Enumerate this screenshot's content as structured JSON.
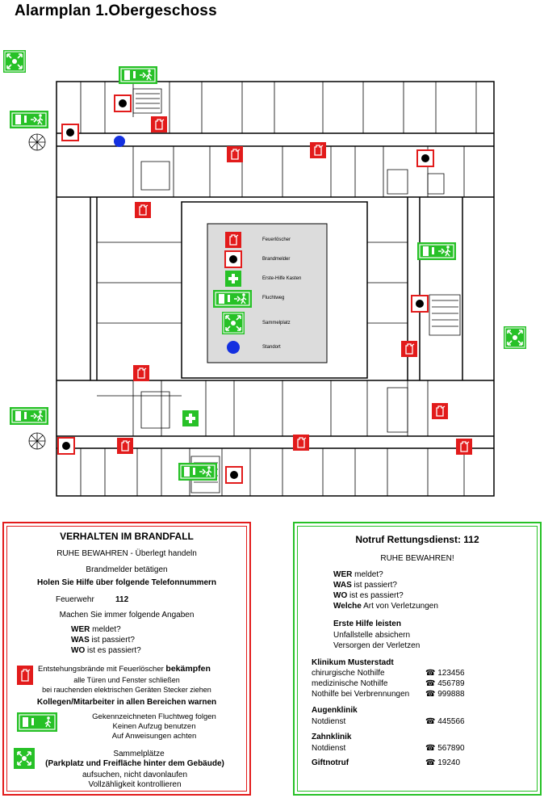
{
  "title": "Alarmplan  1.Obergeschoss",
  "legend": {
    "fire_extinguisher": "Feuerlöscher",
    "fire_alarm": "Brandmelder",
    "first_aid": "Erste-Hilfe Kasten",
    "escape_route": "Fluchtweg",
    "assembly_point": "Sammelplatz",
    "location": "Standort"
  },
  "fire_box": {
    "heading": "VERHALTEN IM BRANDFALL",
    "line1": "RUHE BEWAHREN - Überlegt handeln",
    "line2": "Brandmelder betätigen",
    "line3": "Holen Sie Hilfe über folgende Telefonnummern",
    "fire_dept_label": "Feuerwehr",
    "fire_dept_number": "112",
    "line4": "Machen Sie immer folgende Angaben",
    "who_b": "WER",
    "who_rest": " meldet?",
    "what_b": "WAS",
    "what_rest": " ist passiert?",
    "where_b": "WO",
    "where_rest": " ist es passiert?",
    "fight_pre": "Entstehungsbrände mit Feuerlöscher ",
    "fight_b": "bekämpfen",
    "fight_l2": "alle Türen und Fenster schließen",
    "fight_l3": "bei rauchenden elektrischen Geräten Stecker ziehen",
    "warn": "Kollegen/Mitarbeiter in allen Bereichen warnen",
    "route_l1": "Gekennzeichneten Fluchtweg folgen",
    "route_l2": "Keinen Aufzug benutzen",
    "route_l3": "Auf Anweisungen achten",
    "assembly_title": "Sammelplätze",
    "assembly_sub": "(Parkplatz und Freifläche hinter dem Gebäude)",
    "assembly_l1": "aufsuchen, nicht davonlaufen",
    "assembly_l2": "Vollzähligkeit kontrollieren"
  },
  "rescue_box": {
    "heading": "Notruf Rettungsdienst:  112",
    "calm": "RUHE BEWAHREN!",
    "who_b": "WER",
    "who_rest": " meldet?",
    "what_b": "WAS",
    "what_rest": " ist passiert?",
    "where_b": "WO",
    "where_rest": " ist es passiert?",
    "which_b": "Welche",
    "which_rest": " Art von Verletzungen",
    "firstaid_title": "Erste Hilfe leisten",
    "firstaid_l1": "Unfallstelle absichern",
    "firstaid_l2": "Versorgen der Verletzen",
    "hospital_title": "Klinikum Musterstadt",
    "contacts": [
      {
        "label": "chirurgische Nothilfe",
        "number": "123456"
      },
      {
        "label": "medizinische Nothilfe",
        "number": "456789"
      },
      {
        "label": "Nothilfe bei Verbrennungen",
        "number": "999888"
      }
    ],
    "eye_title": "Augenklinik",
    "eye_label": "Notdienst",
    "eye_number": "445566",
    "dental_title": "Zahnklinik",
    "dental_label": "Notdienst",
    "dental_number": "567890",
    "poison_title": "Giftnotruf",
    "poison_number": "19240",
    "phone_icon": "☎"
  },
  "colors": {
    "red": "#e21b1b",
    "green": "#27c127",
    "blue": "#1430e0",
    "grey": "#dcdcdc"
  }
}
